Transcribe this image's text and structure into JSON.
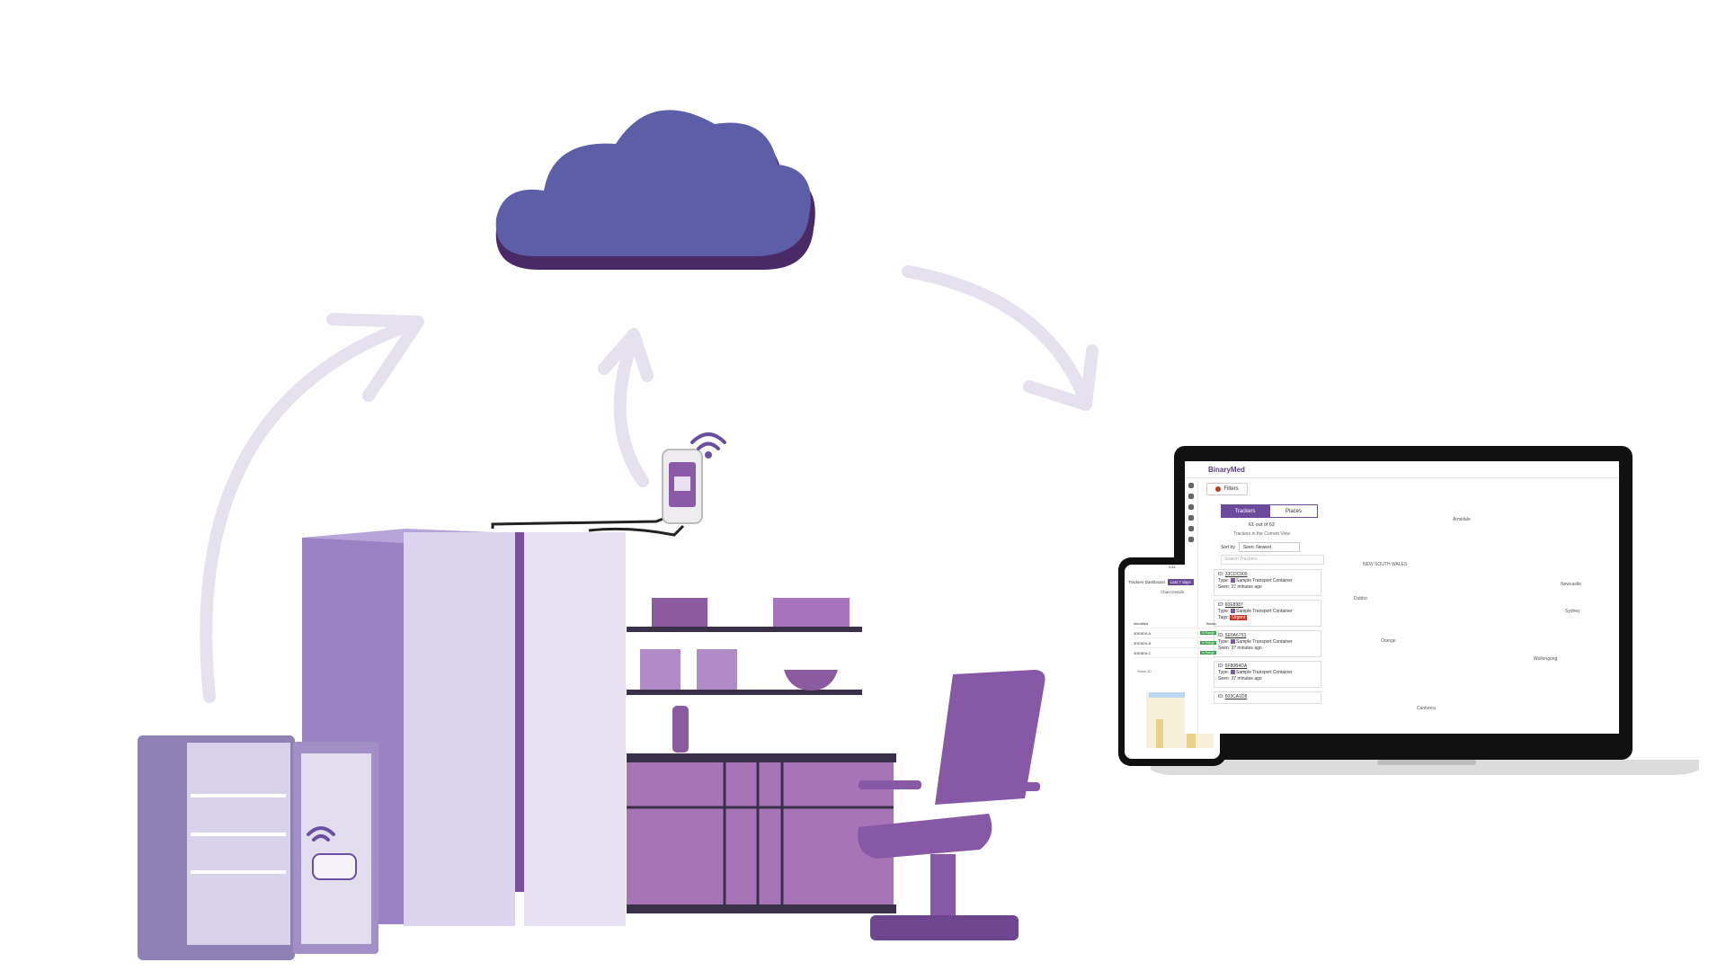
{
  "palette": {
    "cloud": "#5c5ea8",
    "cloud_shadow": "#4a2a66",
    "arrow": "#e6e1ee",
    "purple_main": "#9a82c4",
    "purple_light": "#dcd3ee",
    "purple_dark": "#7a4e9c",
    "lab_counter": "#a774b8",
    "chair": "#8658a6"
  },
  "icons": [
    "cloud-icon",
    "wifi-icon",
    "temperature-logger-icon",
    "laptop-icon",
    "smartphone-icon",
    "map-pin-icon"
  ],
  "laptop": {
    "logo": "BinaryMed",
    "filters_label": "Filters",
    "tabs": [
      {
        "label": "Trackers",
        "active": true
      },
      {
        "label": "Places",
        "active": false
      }
    ],
    "count": "61 out of 62",
    "subtitle": "Trackers in the Current View",
    "sort_label": "Sort by",
    "sort_value": "Seen: Newest",
    "search_placeholder": "Search Trackers...",
    "cards": [
      {
        "id": "33CDC909",
        "type": "Sample Transport Container",
        "seen": "37 minutes ago",
        "tag": ""
      },
      {
        "id": "60E8987",
        "type": "Sample Transport Container",
        "seen": "37 minutes ago",
        "tag": "Urgent"
      },
      {
        "id": "5E0A6753",
        "type": "Sample Transport Container",
        "seen": "37 minutes ago",
        "tag": ""
      },
      {
        "id": "5F80B4DA",
        "type": "Sample Transport Container",
        "seen": "37 minutes ago",
        "tag": ""
      },
      {
        "id": "603CA1D8",
        "type": "",
        "seen": "",
        "tag": ""
      }
    ],
    "map_labels": [
      "NEW SOUTH WALES",
      "Sydney",
      "Canberra",
      "Dubbo",
      "Orange",
      "Armidale",
      "Wollongong",
      "Newcastle"
    ]
  },
  "phone": {
    "time": "9:41",
    "header_text": "Trackers Dashboard",
    "button": "Last 7 days",
    "title": "Chart Details",
    "columns": [
      "Identified",
      "Status"
    ],
    "rows": [
      {
        "id": "3DE8D9-A",
        "status": "In Range"
      },
      {
        "id": "3DE8D9-B",
        "status": "In Range"
      },
      {
        "id": "3DE8D9-C",
        "status": "In Range"
      }
    ],
    "show": "Show 10"
  }
}
